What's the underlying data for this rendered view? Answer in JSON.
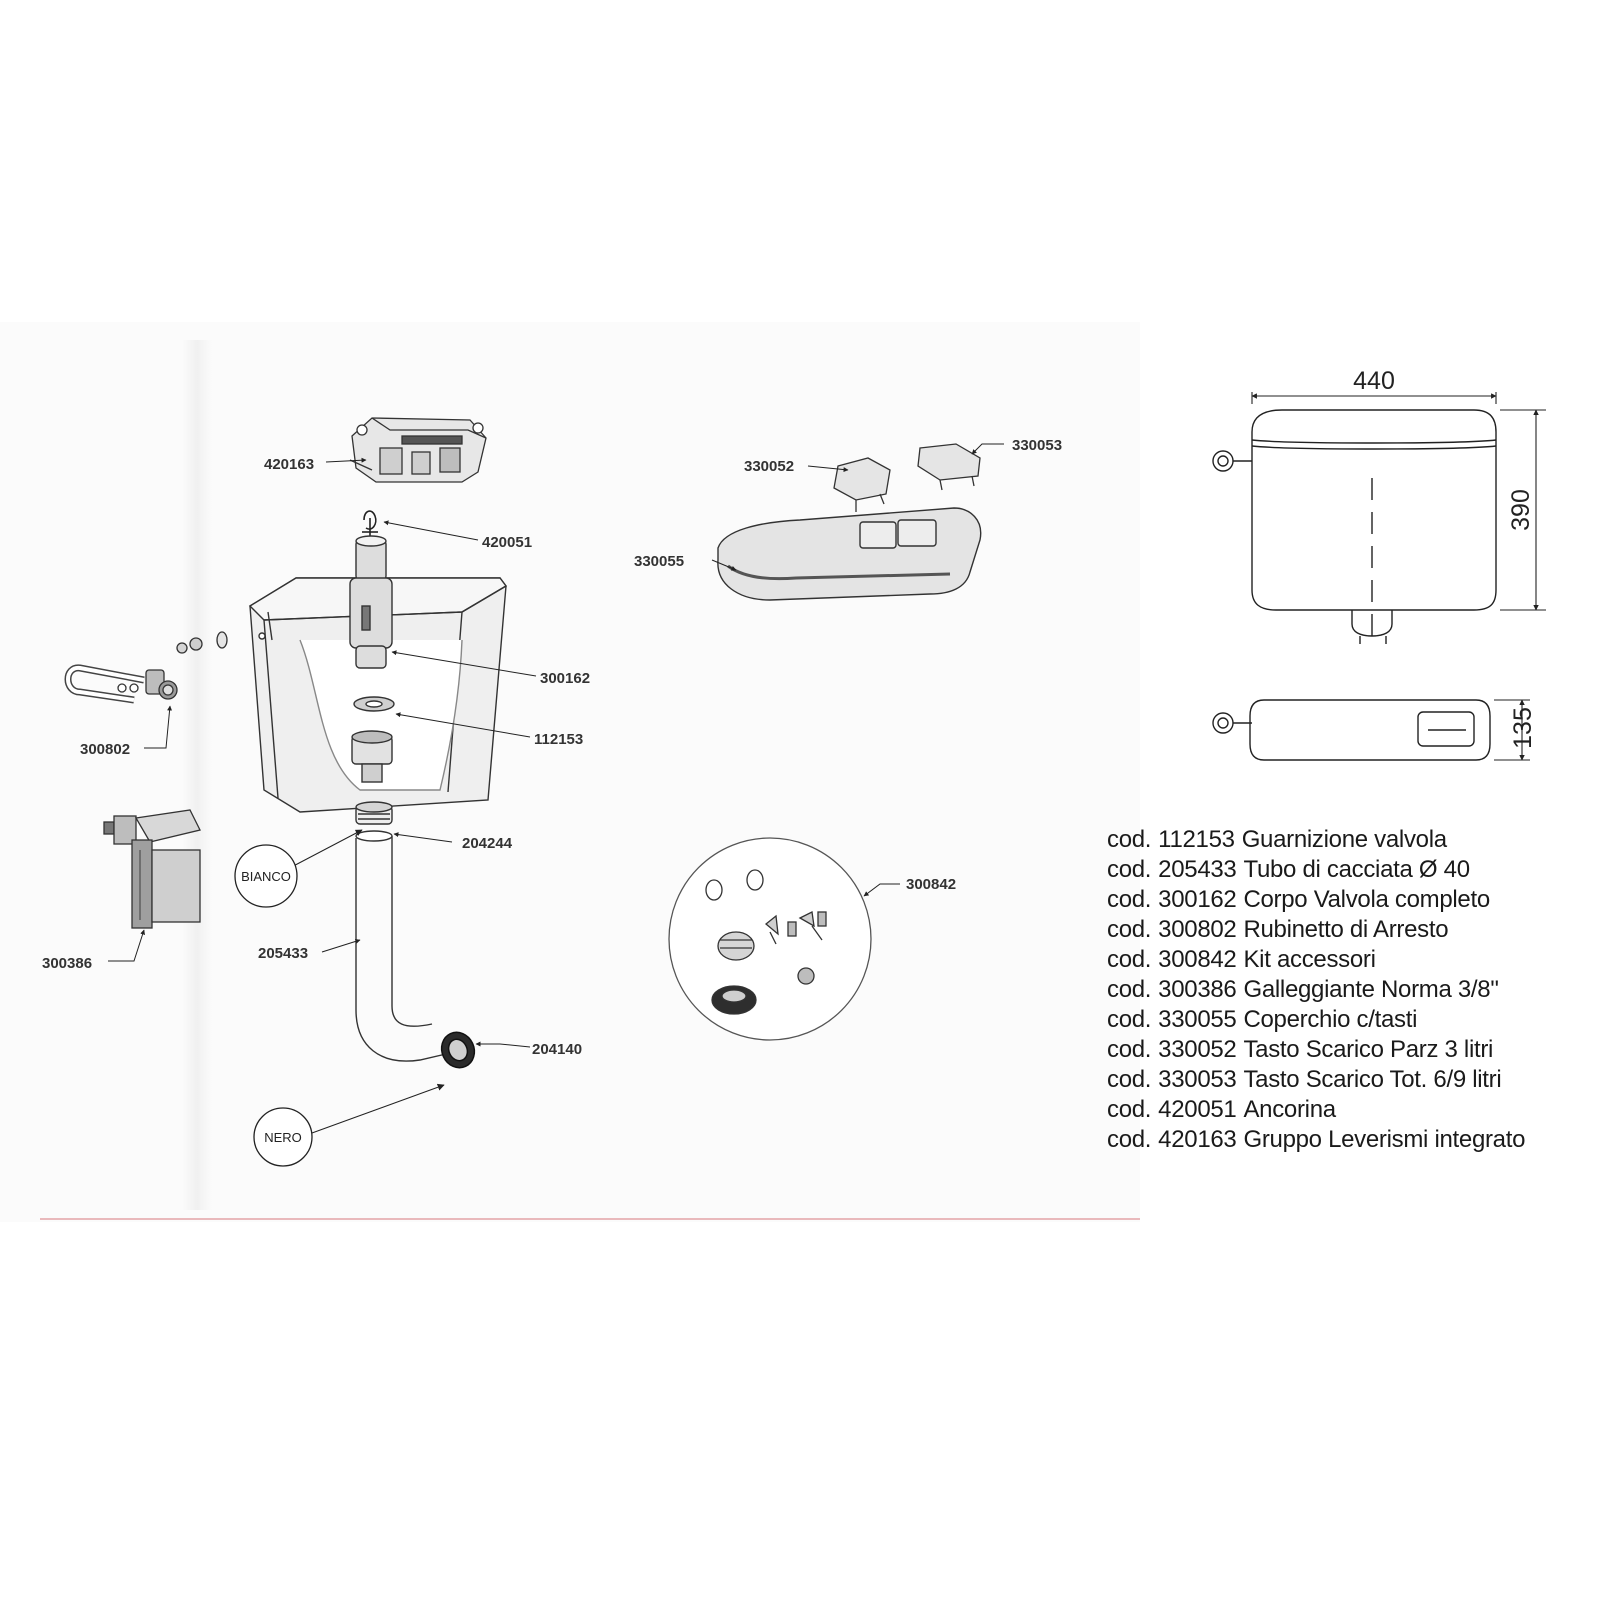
{
  "callouts": {
    "c420163": "420163",
    "c420051": "420051",
    "c300162": "300162",
    "c112153": "112153",
    "c300802": "300802",
    "c204244": "204244",
    "c300386": "300386",
    "c205433": "205433",
    "c204140": "204140",
    "c330052": "330052",
    "c330053": "330053",
    "c330055": "330055",
    "c300842": "300842"
  },
  "notes": {
    "bianco": "BIANCO",
    "nero": "NERO"
  },
  "dimensions": {
    "width": "440",
    "height": "390",
    "depth": "135"
  },
  "legend": {
    "prefix": "cod.",
    "items": [
      {
        "code": "112153",
        "desc": "Guarnizione valvola"
      },
      {
        "code": "205433",
        "desc": "Tubo di cacciata Ø 40"
      },
      {
        "code": "300162",
        "desc": "Corpo Valvola completo"
      },
      {
        "code": "300802",
        "desc": "Rubinetto di Arresto"
      },
      {
        "code": "300842",
        "desc": "Kit accessori"
      },
      {
        "code": "300386",
        "desc": "Galleggiante Norma 3/8\""
      },
      {
        "code": "330055",
        "desc": "Coperchio c/tasti"
      },
      {
        "code": "330052",
        "desc": "Tasto Scarico Parz 3 litri"
      },
      {
        "code": "330053",
        "desc": "Tasto Scarico Tot. 6/9 litri"
      },
      {
        "code": "420051",
        "desc": "Ancorina"
      },
      {
        "code": "420163",
        "desc": "Gruppo Leverismi integrato"
      }
    ]
  }
}
